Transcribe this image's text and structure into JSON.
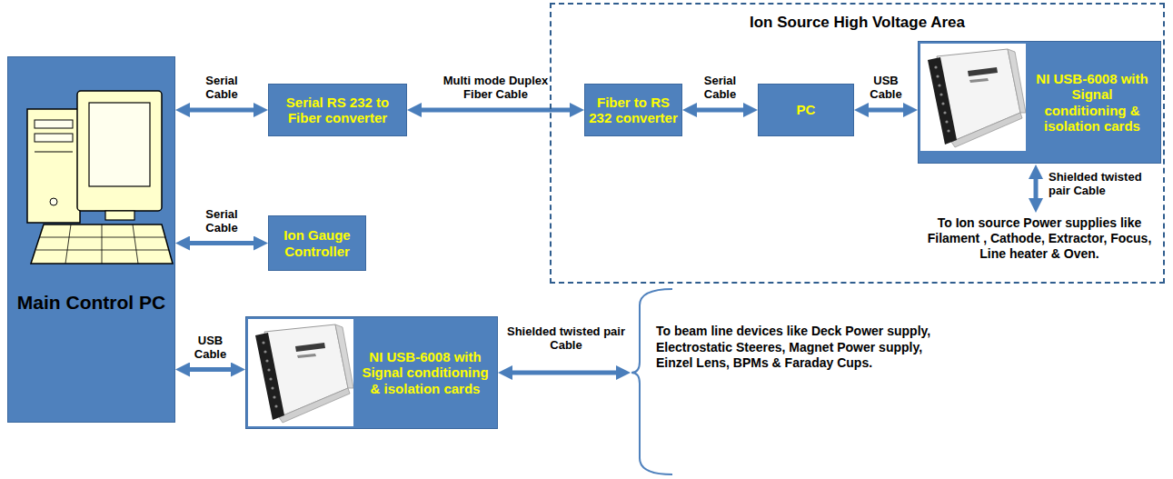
{
  "diagram": {
    "nodes": [
      {
        "text": [
          "Main Control PC"
        ]
      },
      {
        "text": [
          "Serial RS 232 to Fiber converter"
        ]
      },
      {
        "text": [
          "Ion Source High Voltage Area"
        ]
      },
      {
        "text": [
          "Fiber to RS 232 converter"
        ],
        "in": 2
      },
      {
        "text": [
          "PC"
        ],
        "in": 2
      },
      {
        "text": [
          "NI USB-6008 with Signal conditioning & isolation cards"
        ],
        "in": 2
      },
      {
        "text": [
          "Ion Gauge Controller"
        ]
      },
      {
        "text": [
          "NI USB-6008 with Signal conditioning & isolation cards"
        ]
      }
    ],
    "edges": [
      {
        "from": 0,
        "to": 1,
        "arrow": "both",
        "label": "Serial Cable"
      },
      {
        "from": 1,
        "to": 3,
        "arrow": "both",
        "label": "Multi mode Duplex Fiber Cable"
      },
      {
        "from": 3,
        "to": 4,
        "arrow": "both",
        "label": "Serial Cable"
      },
      {
        "from": 4,
        "to": 5,
        "arrow": "both",
        "label": "USB Cable"
      },
      {
        "from": 0,
        "to": 6,
        "arrow": "both",
        "label": "Serial Cable"
      },
      {
        "from": 0,
        "to": 7,
        "arrow": "both",
        "label": "USB Cable"
      }
    ],
    "labels": [
      "Shielded twisted pair Cable",
      "To Ion source Power supplies like Filament , Cathode, Extractor, Focus, Line heater & Oven.",
      "Shielded twisted pair Cable",
      "To beam line devices like Deck Power supply, Electrostatic Steeres, Magnet Power supply, Einzel Lens, BPMs & Faraday Cups."
    ]
  }
}
